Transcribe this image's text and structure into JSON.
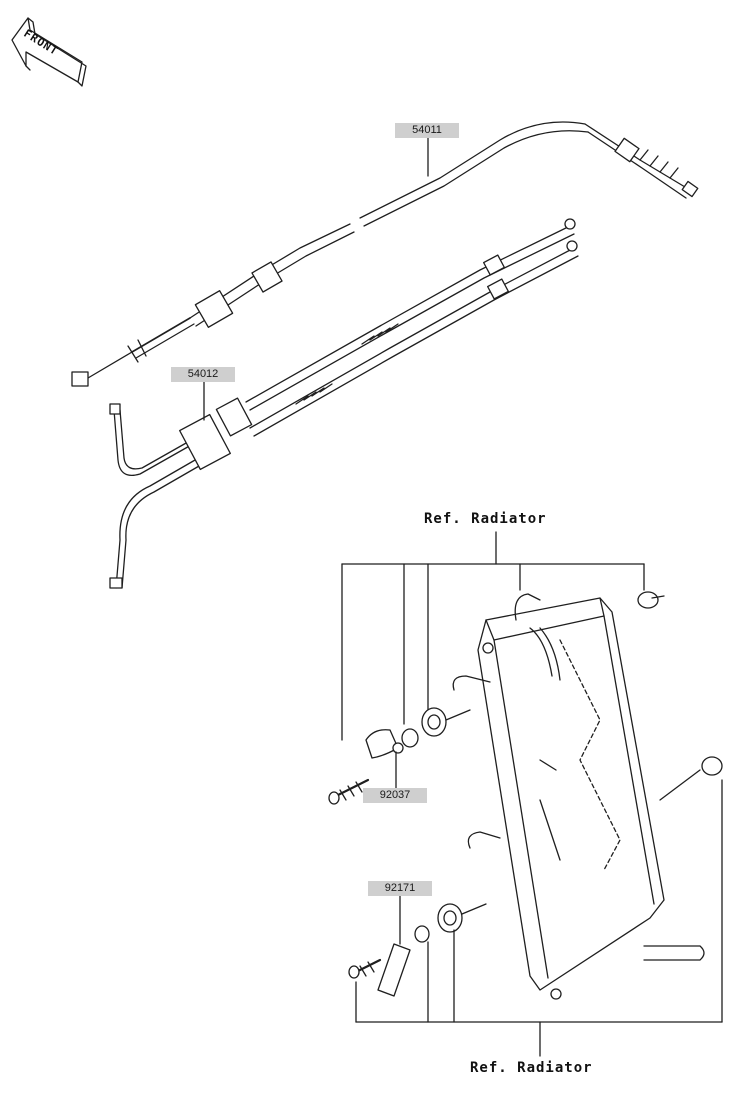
{
  "front_marker": "FRONT",
  "ref_top": "Ref. Radiator",
  "ref_bottom": "Ref. Radiator",
  "parts": [
    {
      "id": "throttle-cable-upper",
      "number": "54011"
    },
    {
      "id": "throttle-cable-lower",
      "number": "54012"
    },
    {
      "id": "clamp",
      "number": "92037"
    },
    {
      "id": "band",
      "number": "92171"
    }
  ],
  "colors": {
    "line": "#1f1f1f",
    "label_bg": "#cfcfcf"
  }
}
